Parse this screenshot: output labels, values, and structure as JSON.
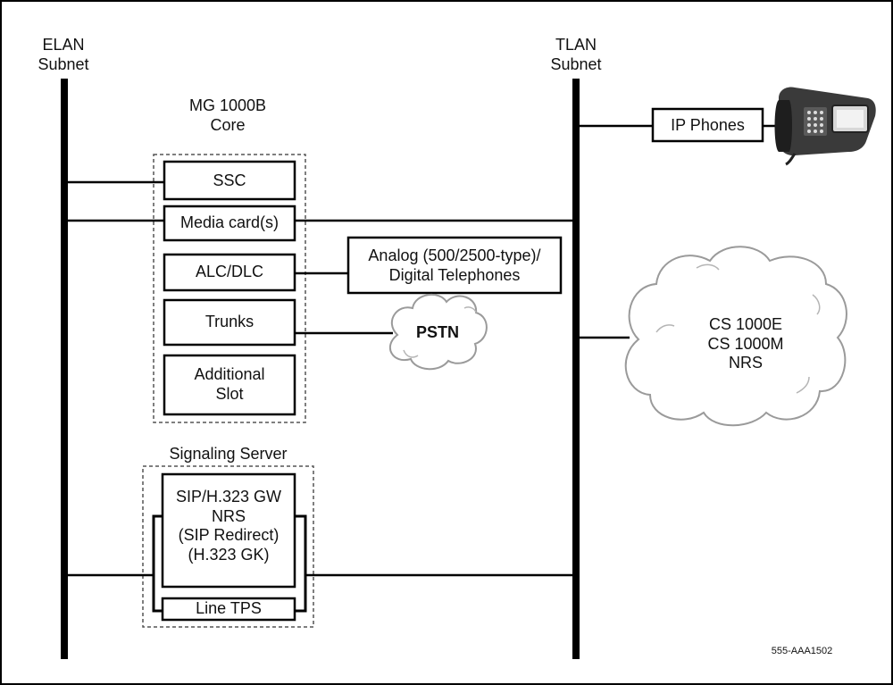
{
  "labels": {
    "elan_subnet": "ELAN\nSubnet",
    "tlan_subnet": "TLAN\nSubnet",
    "mg_core": "MG 1000B\nCore",
    "ssc": "SSC",
    "media_cards": "Media card(s)",
    "alc_dlc": "ALC/DLC",
    "trunks": "Trunks",
    "additional_slot": "Additional\nSlot",
    "analog_digital": "Analog (500/2500-type)/\nDigital Telephones",
    "pstn": "PSTN",
    "ip_phones": "IP Phones",
    "cs_cloud": "CS 1000E\nCS 1000M\nNRS",
    "signaling_server": "Signaling Server",
    "sip_gateway": "SIP/H.323 GW\nNRS\n(SIP Redirect)\n(H.323 GK)",
    "line_tps": "Line TPS",
    "figure_id": "555-AAA1502"
  },
  "colors": {
    "line": "#000000",
    "cloud_outline": "#9a9a9a",
    "phone_body": "#3a3a3a"
  }
}
